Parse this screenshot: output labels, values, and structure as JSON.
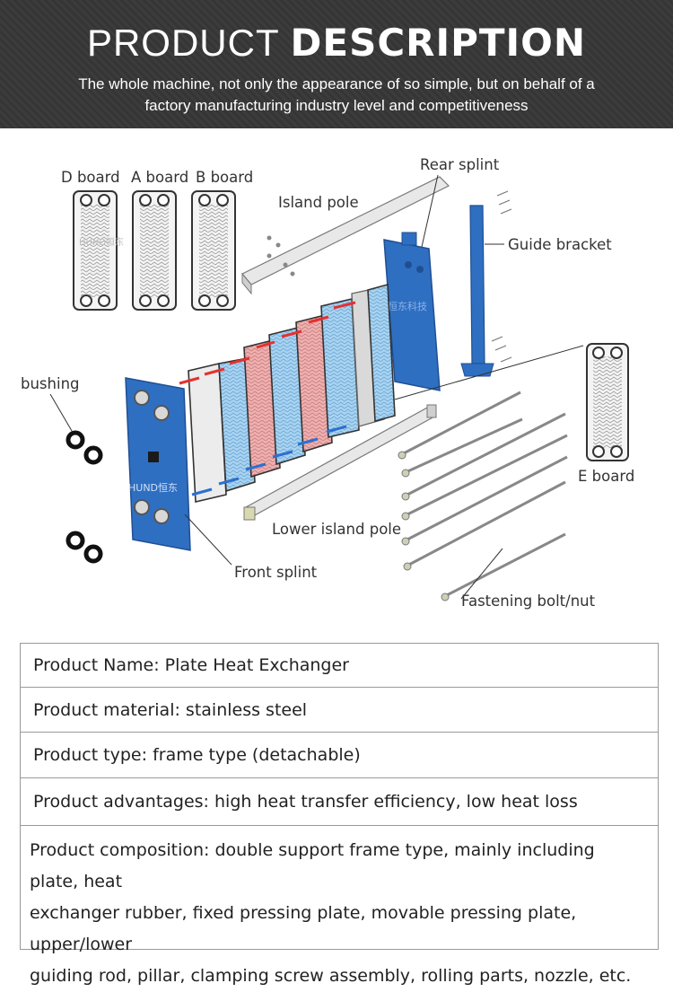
{
  "header": {
    "title_light": "PRODUCT",
    "title_bold": "DESCRIPTION",
    "subtitle_line1": "The whole machine, not only the appearance of so simple, but on behalf of a",
    "subtitle_line2": "factory manufacturing industry level and competitiveness"
  },
  "diagram": {
    "labels": {
      "d_board": "D board",
      "a_board": "A board",
      "b_board": "B board",
      "rear_splint": "Rear splint",
      "island_pole": "Island pole",
      "guide_bracket": "Guide bracket",
      "bushing": "bushing",
      "e_board": "E board",
      "lower_island_pole": "Lower island pole",
      "front_splint": "Front splint",
      "fastening_bolt_nut": "Fastening bolt/nut"
    },
    "watermarks": [
      "HUND恒东",
      "HUND恒东",
      "恒东科技"
    ],
    "colors": {
      "frame_blue": "#2f6fc2",
      "hot_plate": "#e39a9a",
      "cold_plate": "#8cc4ea",
      "flow_red": "#e53030",
      "flow_blue": "#2c6fd1"
    }
  },
  "specs": {
    "name": "Product Name: Plate Heat Exchanger",
    "material": "Product material: stainless steel",
    "type": "Product type: frame type (detachable)",
    "advantages": "Product advantages: high heat transfer efficiency, low heat loss",
    "composition_line1": "Product composition: double support frame type, mainly including plate, heat",
    "composition_line2": "exchanger rubber, fixed pressing plate, movable pressing plate, upper/lower",
    "composition_line3": "guiding rod, pillar, clamping screw assembly, rolling parts, nozzle, etc."
  }
}
